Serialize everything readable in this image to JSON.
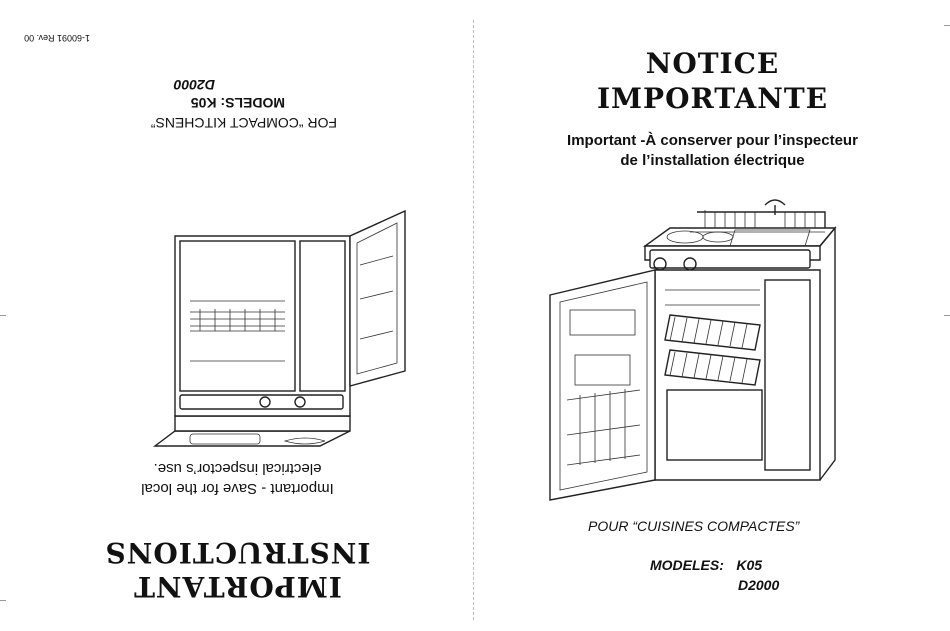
{
  "right_page": {
    "title_line1": "NOTICE",
    "title_line2": "IMPORTANTE",
    "subtitle_line1": "Important -À conserver pour l’inspecteur",
    "subtitle_line2": "de l’installation électrique",
    "for_line": "POUR “CUISINES COMPACTES”",
    "models_label": "MODELES:",
    "model_1": "K05",
    "model_2": "D2000"
  },
  "left_page": {
    "doc_number": "1-60091 Rev. 00",
    "for_line": "FOR “COMPACT KITCHENS”",
    "models_label": "MODELS:",
    "model_1": "K05",
    "model_2": "D2000",
    "note_line1": "Important - Save for the local",
    "note_line2": "electrical inspector’s use.",
    "title_line1": "IMPORTANT",
    "title_line2": "INSTRUCTIONS"
  },
  "illustration": "compact-kitchen-unit-open-door"
}
